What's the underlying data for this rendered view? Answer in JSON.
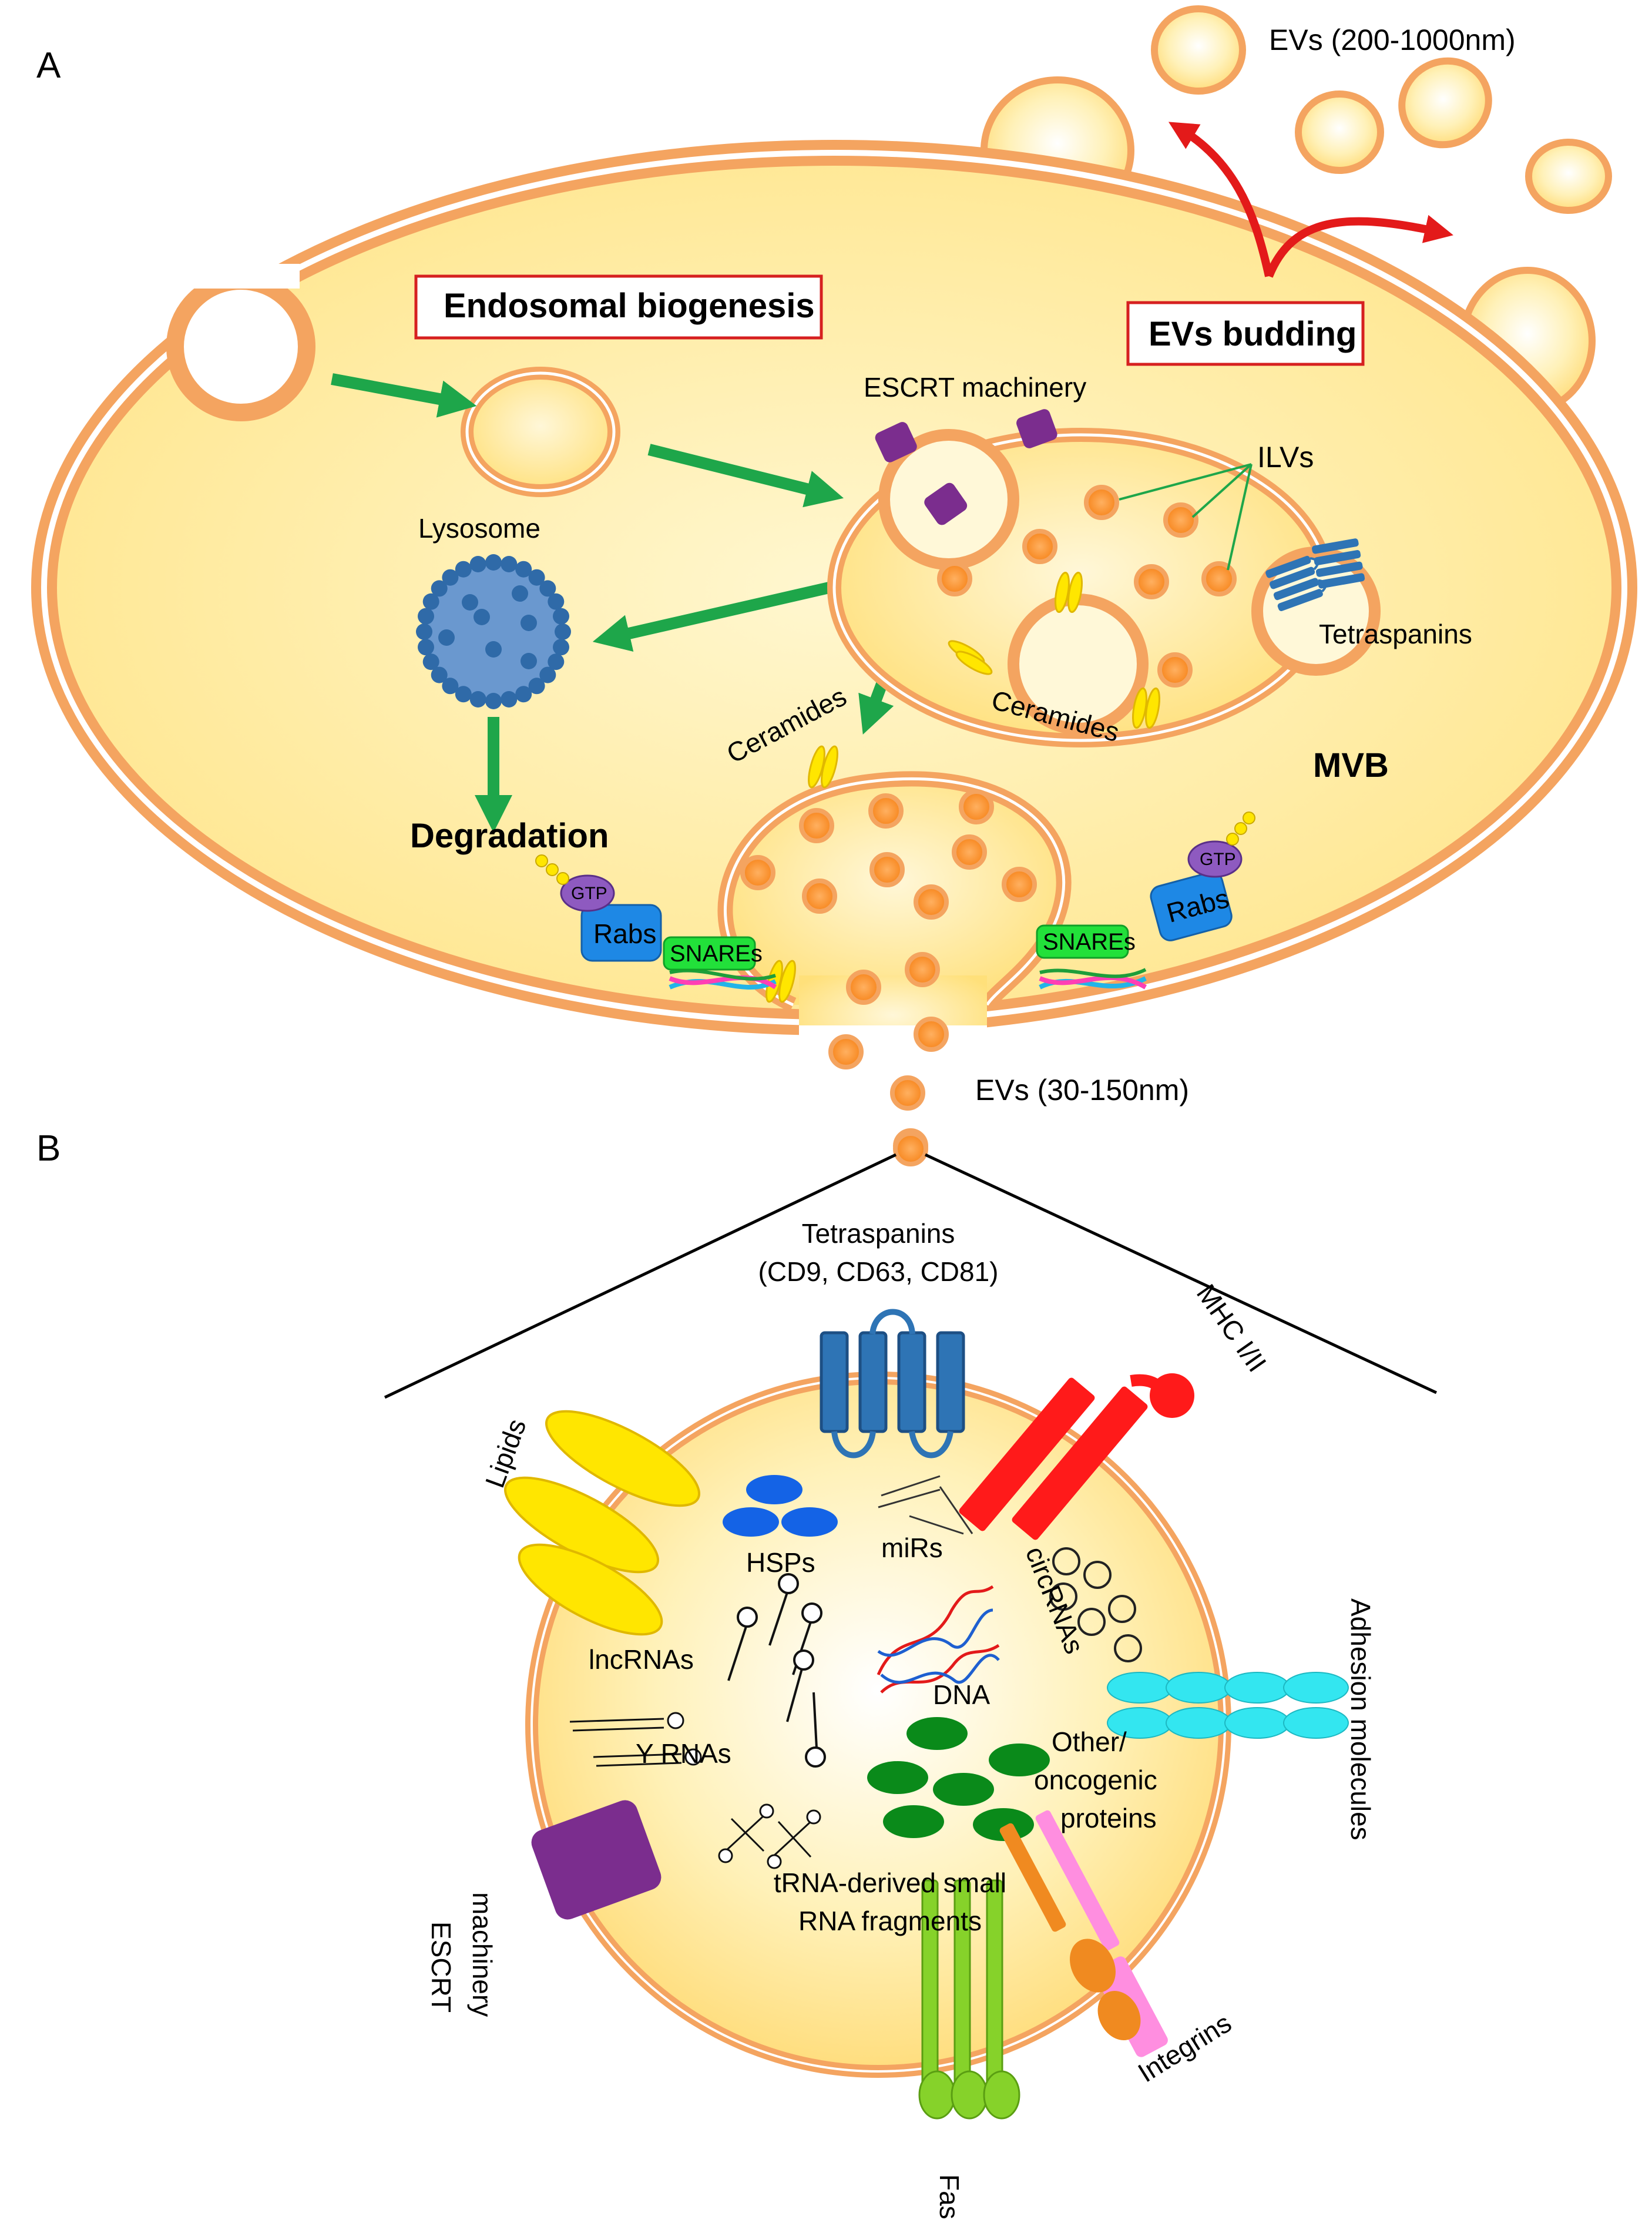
{
  "panels": {
    "a": "A",
    "b": "B"
  },
  "top": {
    "evs_large": "EVs (200-1000nm)",
    "endosomal_biogenesis": "Endosomal  biogenesis",
    "evs_budding": "EVs budding",
    "escrt_machinery": "ESCRT machinery",
    "ilvs": "ILVs",
    "lysosome": "Lysosome",
    "tetraspanins": "Tetraspanins",
    "ceramides_inner": "Ceramides",
    "ceramides_outer": "Ceramides",
    "mvb": "MVB",
    "degradation": "Degradation",
    "gtp_left": "GTP",
    "rabs_left": "Rabs",
    "snares_left": "SNAREs",
    "gtp_right": "GTP",
    "rabs_right": "Rabs",
    "snares_right": "SNAREs",
    "evs_small": "EVs (30-150nm)"
  },
  "bottom": {
    "tetraspanins_title": "Tetraspanins",
    "tetraspanins_members": "(CD9, CD63, CD81)",
    "mhc": "MHC I/II",
    "lipids": "Lipids",
    "hsps": "HSPs",
    "mirs": "miRs",
    "circrnas": "circRNAs",
    "adhesion": "Adhesion molecules",
    "lncrnas": "lncRNAs",
    "dna": "DNA",
    "yrnas": "Y RNAs",
    "other_line1": "Other/",
    "other_line2": "oncogenic",
    "other_line3": "proteins",
    "escrt_line1": "ESCRT",
    "escrt_line2": "machinery",
    "trna_line1": "tRNA-derived small",
    "trna_line2": "RNA fragments",
    "integrins": "Integrins",
    "fasl": "FasL"
  },
  "colors": {
    "membrane": "#f4a460",
    "cytoplasm": "#fff2b8",
    "arrow_green": "#1ea64a",
    "arrow_red": "#e31a1a",
    "box_red": "#d62020",
    "ilv": "#f7941d",
    "lysosome": "#4f86c6",
    "escrt": "#7b2d8e",
    "tetraspanin": "#2e74b5",
    "ceramide": "#ffe600",
    "mhc": "#ff1a1a",
    "adhesion": "#33e6f0",
    "oncogenic": "#0a8a1a",
    "hsp": "#1463e6",
    "fasl": "#86d22a",
    "integrin_a": "#f08a20",
    "integrin_b": "#ff8ee0"
  }
}
